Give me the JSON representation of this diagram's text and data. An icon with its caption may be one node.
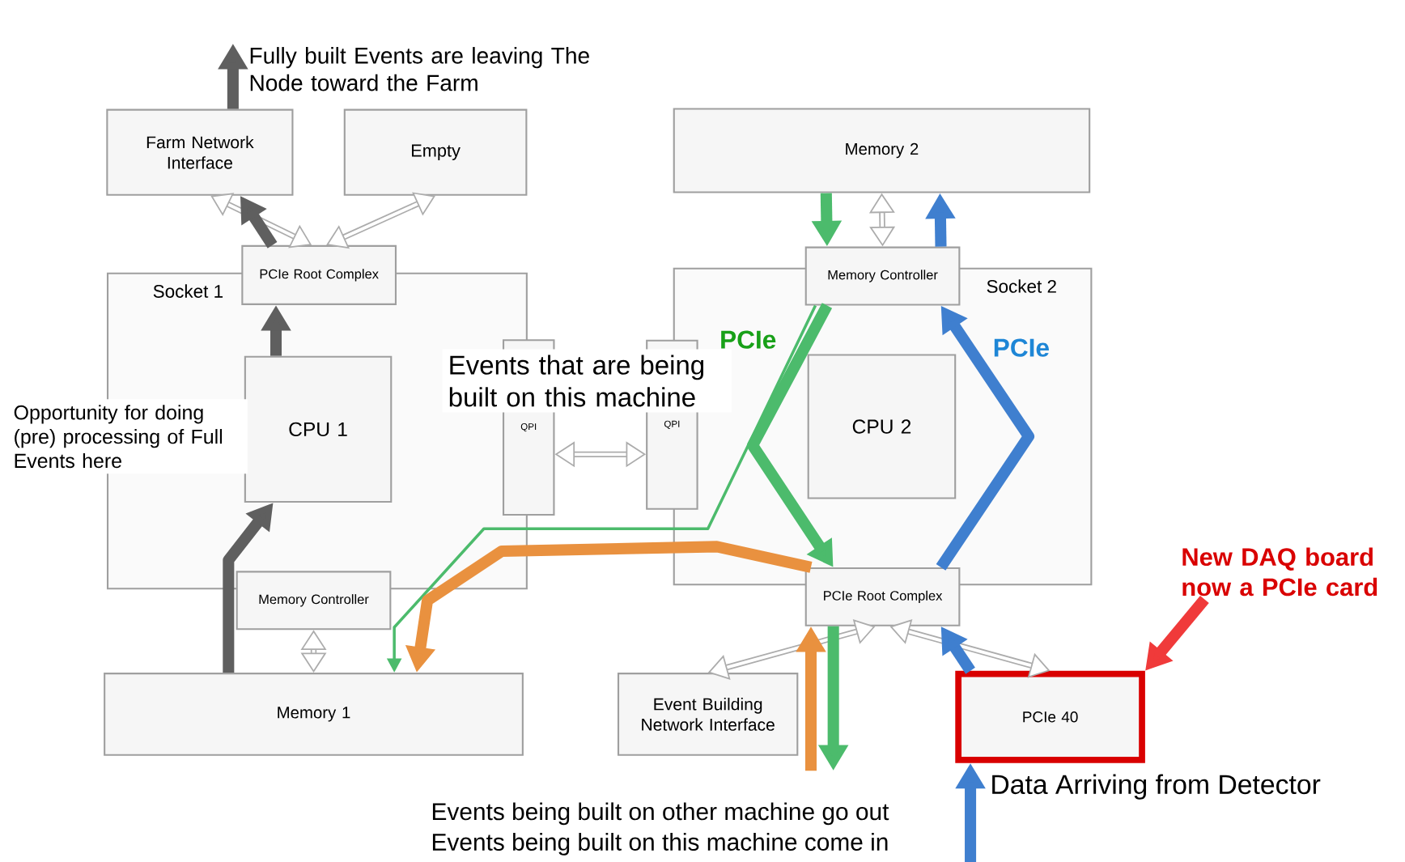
{
  "diagram": {
    "nodes": [
      {
        "text": [
          "Farm Network Interface"
        ]
      },
      {
        "text": [
          "Empty"
        ]
      },
      {
        "text": [
          "Socket 1"
        ]
      },
      {
        "text": [
          "PCIe Root Complex"
        ]
      },
      {
        "text": [
          "CPU 1"
        ],
        "in": 2
      },
      {
        "text": [
          "Memory Controller"
        ]
      },
      {
        "text": [
          "Memory 1"
        ]
      },
      {
        "text": [
          "QPI"
        ]
      },
      {
        "text": [
          "QPI"
        ]
      },
      {
        "text": [
          "Memory 2"
        ]
      },
      {
        "text": [
          "Socket 2"
        ]
      },
      {
        "text": [
          "Memory Controller"
        ]
      },
      {
        "text": [
          "CPU 2"
        ],
        "in": 10
      },
      {
        "text": [
          "PCIe Root Complex"
        ]
      },
      {
        "text": [
          "Event Building Network Interface"
        ]
      },
      {
        "text": [
          "PCIe 40"
        ]
      },
      {
        "text": [
          "New DAQ board now a PCIe card"
        ]
      },
      {
        "text": [
          "Fully built Events are leaving The Node toward the Farm"
        ]
      }
    ],
    "edges": [
      {
        "from": 3,
        "to": 0,
        "arrow": "both"
      },
      {
        "from": 3,
        "to": 1,
        "arrow": "both"
      },
      {
        "from": 5,
        "to": 6,
        "arrow": "both"
      },
      {
        "from": 7,
        "to": 8,
        "arrow": "both"
      },
      {
        "from": 9,
        "to": 11,
        "arrow": "both"
      },
      {
        "from": 13,
        "to": 14,
        "arrow": "both"
      },
      {
        "from": 13,
        "to": 15,
        "arrow": "both"
      },
      {
        "from": 6,
        "to": 4,
        "arrow": "to",
        "color": "#5f5f5f"
      },
      {
        "from": 4,
        "to": 3,
        "arrow": "to",
        "color": "#5f5f5f"
      },
      {
        "from": 3,
        "to": 0,
        "arrow": "to",
        "color": "#5f5f5f"
      },
      {
        "from": 0,
        "to": 17,
        "arrow": "to",
        "color": "#5f5f5f"
      },
      {
        "from": null,
        "to": 15,
        "arrow": "to",
        "color": "#3f7fcf"
      },
      {
        "from": 15,
        "to": 13,
        "arrow": "to",
        "color": "#3f7fcf"
      },
      {
        "from": 13,
        "to": 11,
        "arrow": "to",
        "color": "#3f7fcf"
      },
      {
        "from": 11,
        "to": 9,
        "arrow": "to",
        "color": "#3f7fcf"
      },
      {
        "from": 9,
        "to": 11,
        "arrow": "to",
        "color": "#4cbb6c"
      },
      {
        "from": 11,
        "to": 13,
        "arrow": "to",
        "color": "#4cbb6c"
      },
      {
        "from": 13,
        "to": null,
        "arrow": "to",
        "color": "#4cbb6c"
      },
      {
        "from": 11,
        "to": 6,
        "arrow": "to",
        "color": "#4cbb6c"
      },
      {
        "from": null,
        "to": 13,
        "arrow": "to",
        "color": "#e9913f"
      },
      {
        "from": 13,
        "to": 6,
        "arrow": "to",
        "color": "#e9913f"
      },
      {
        "from": 16,
        "to": 15,
        "arrow": "to",
        "color": "#f03a3a"
      }
    ],
    "labels": [
      "Opportunity for doing (pre) processing of Full Events here",
      "Events that are being built on this machine",
      "PCIe",
      "PCIe",
      "Data Arriving from Detector",
      "Events being built on other machine go out",
      "Events being built on this machine come in"
    ]
  }
}
